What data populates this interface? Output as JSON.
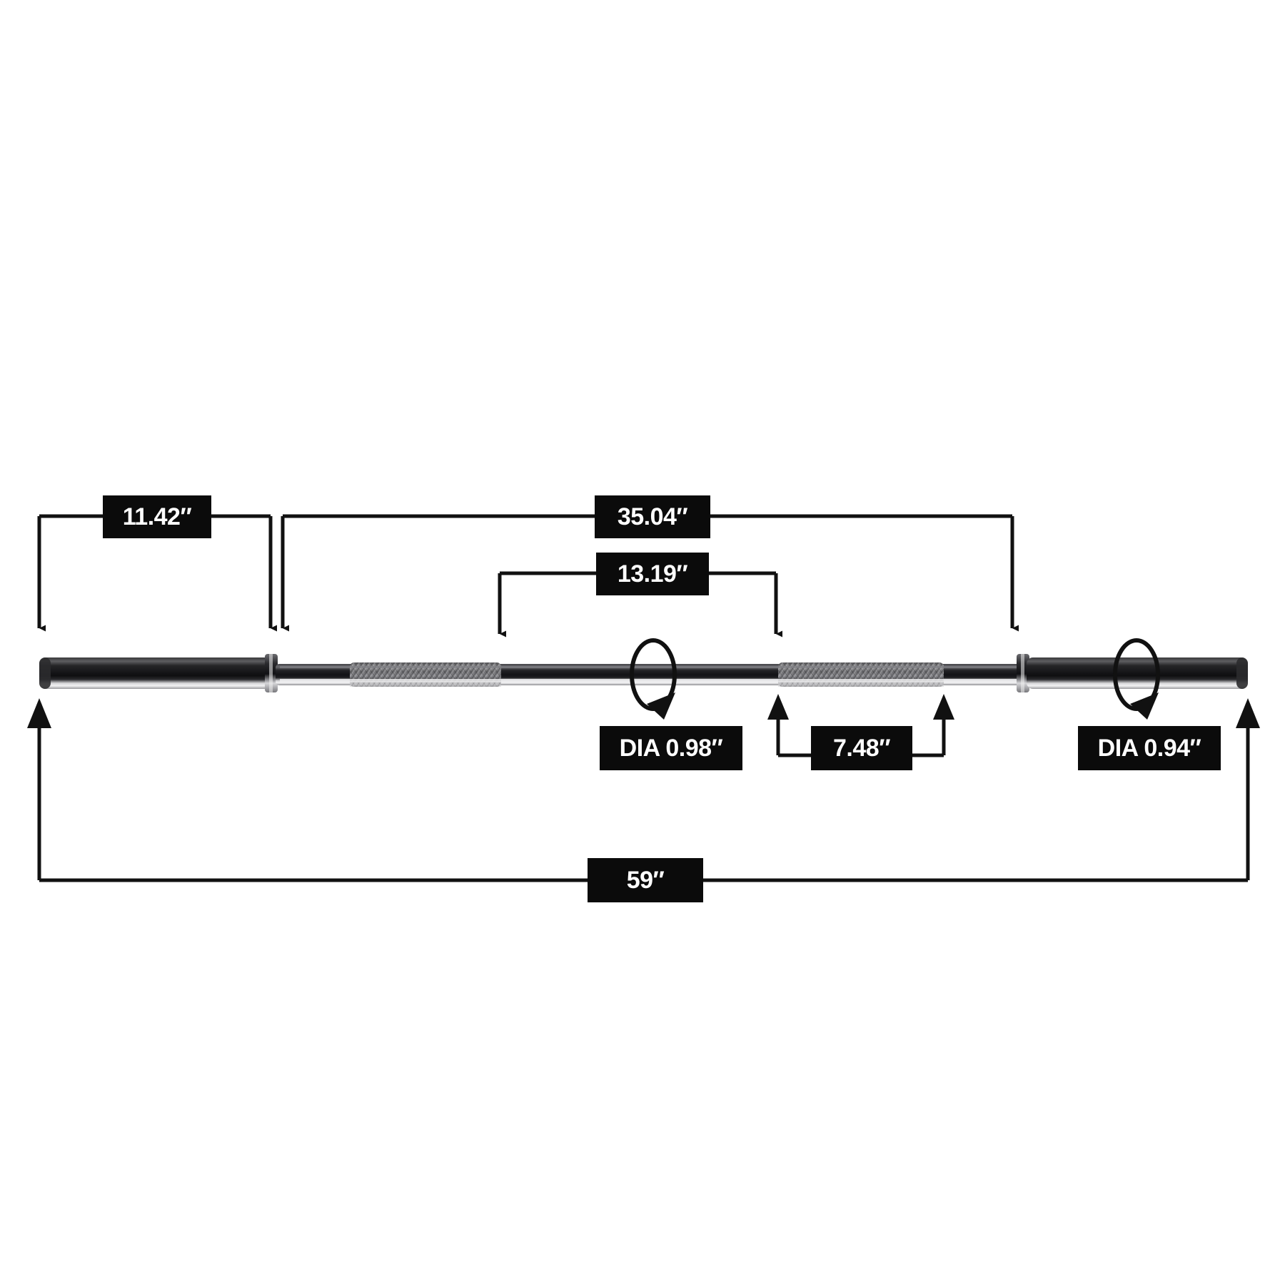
{
  "diagram": {
    "title": "Olympic barbell dimension diagram",
    "product": "barbell",
    "units": "inches",
    "background_color": "#ffffff",
    "label_box_color": "#0b0b0b",
    "label_text_color": "#ffffff",
    "line_color": "#111111"
  },
  "chart_data": {
    "type": "diagram",
    "title": "Barbell dimensions",
    "units": "inch",
    "measurements": [
      {
        "id": "sleeve-length-left",
        "label": "11.42″",
        "value": 11.42,
        "kind": "length",
        "placement": "top"
      },
      {
        "id": "shaft-length",
        "label": "35.04″",
        "value": 35.04,
        "kind": "length",
        "placement": "top"
      },
      {
        "id": "grip-span",
        "label": "13.19″",
        "value": 13.19,
        "kind": "length",
        "placement": "top"
      },
      {
        "id": "center-knurl",
        "label": "7.48″",
        "value": 7.48,
        "kind": "length",
        "placement": "bottom"
      },
      {
        "id": "sleeve-diameter",
        "label": "DIA 0.98″",
        "value": 0.98,
        "kind": "diameter",
        "placement": "bottom"
      },
      {
        "id": "shaft-diameter",
        "label": "DIA 0.94″",
        "value": 0.94,
        "kind": "diameter",
        "placement": "bottom"
      },
      {
        "id": "overall-length",
        "label": "59″",
        "value": 59,
        "kind": "length",
        "placement": "bottom"
      }
    ]
  },
  "labels": {
    "sleeve_length_left": "11.42″",
    "shaft_length": "35.04″",
    "grip_span": "13.19″",
    "center_knurl": "7.48″",
    "sleeve_dia": "DIA 0.98″",
    "shaft_dia": "DIA 0.94″",
    "overall_length": "59″"
  },
  "icons": {
    "rotation_left": "rotation-arrow-icon",
    "rotation_right": "rotation-arrow-icon"
  }
}
